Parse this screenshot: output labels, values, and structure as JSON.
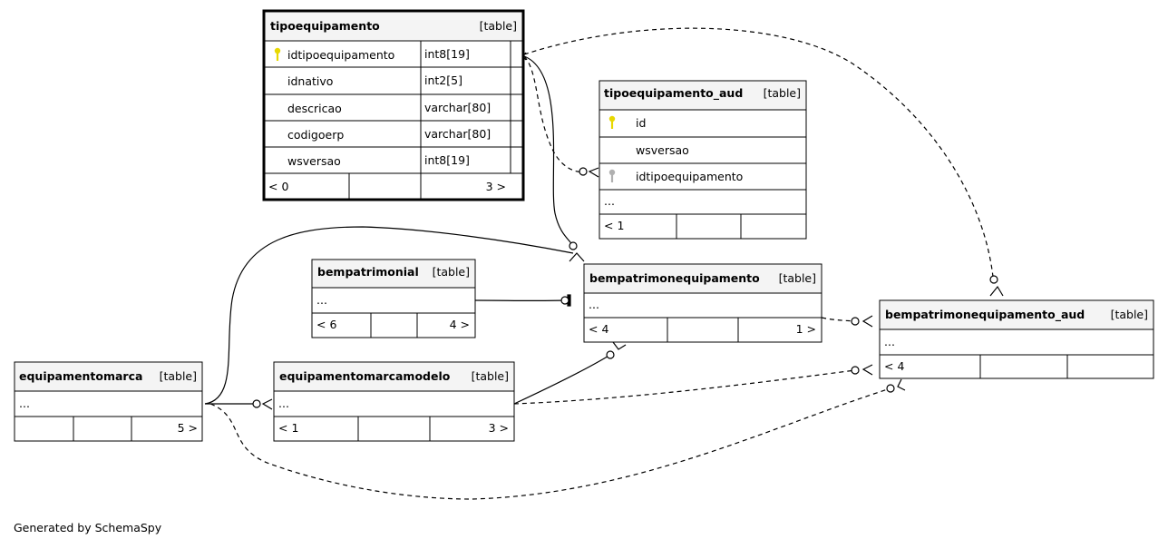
{
  "footer": "Generated by SchemaSpy",
  "tables": {
    "tipoequipamento": {
      "name": "tipoequipamento",
      "tag": "[table]",
      "columns": [
        {
          "name": "idtipoequipamento",
          "type": "int8[19]",
          "key": "primary"
        },
        {
          "name": "idnativo",
          "type": "int2[5]"
        },
        {
          "name": "descricao",
          "type": "varchar[80]"
        },
        {
          "name": "codigoerp",
          "type": "varchar[80]"
        },
        {
          "name": "wsversao",
          "type": "int8[19]"
        }
      ],
      "footer": {
        "left": "< 0",
        "mid": "",
        "right": "3 >"
      }
    },
    "tipoequipamento_aud": {
      "name": "tipoequipamento_aud",
      "tag": "[table]",
      "columns": [
        {
          "name": "id",
          "key": "primary"
        },
        {
          "name": "wsversao"
        },
        {
          "name": "idtipoequipamento",
          "key": "foreign"
        }
      ],
      "ellipsis": "...",
      "footer": {
        "left": "< 1",
        "mid": "",
        "right": ""
      }
    },
    "bempatrimonial": {
      "name": "bempatrimonial",
      "tag": "[table]",
      "ellipsis": "...",
      "footer": {
        "left": "< 6",
        "mid": "",
        "right": "4 >"
      }
    },
    "bempatrimonequipamento": {
      "name": "bempatrimonequipamento",
      "tag": "[table]",
      "ellipsis": "...",
      "footer": {
        "left": "< 4",
        "mid": "",
        "right": "1 >"
      }
    },
    "bempatrimonequipamento_aud": {
      "name": "bempatrimonequipamento_aud",
      "tag": "[table]",
      "ellipsis": "...",
      "footer": {
        "left": "< 4",
        "mid": "",
        "right": ""
      }
    },
    "equipamentomarca": {
      "name": "equipamentomarca",
      "tag": "[table]",
      "ellipsis": "...",
      "footer": {
        "left": "",
        "mid": "",
        "right": "5 >"
      }
    },
    "equipamentomarcamodelo": {
      "name": "equipamentomarcamodelo",
      "tag": "[table]",
      "ellipsis": "...",
      "footer": {
        "left": "< 1",
        "mid": "",
        "right": "3 >"
      }
    }
  },
  "colors": {
    "header_bg": "#f4f4f4",
    "border": "#000000",
    "primary_key": "#e8d800",
    "foreign_key": "#b0b0b0"
  }
}
